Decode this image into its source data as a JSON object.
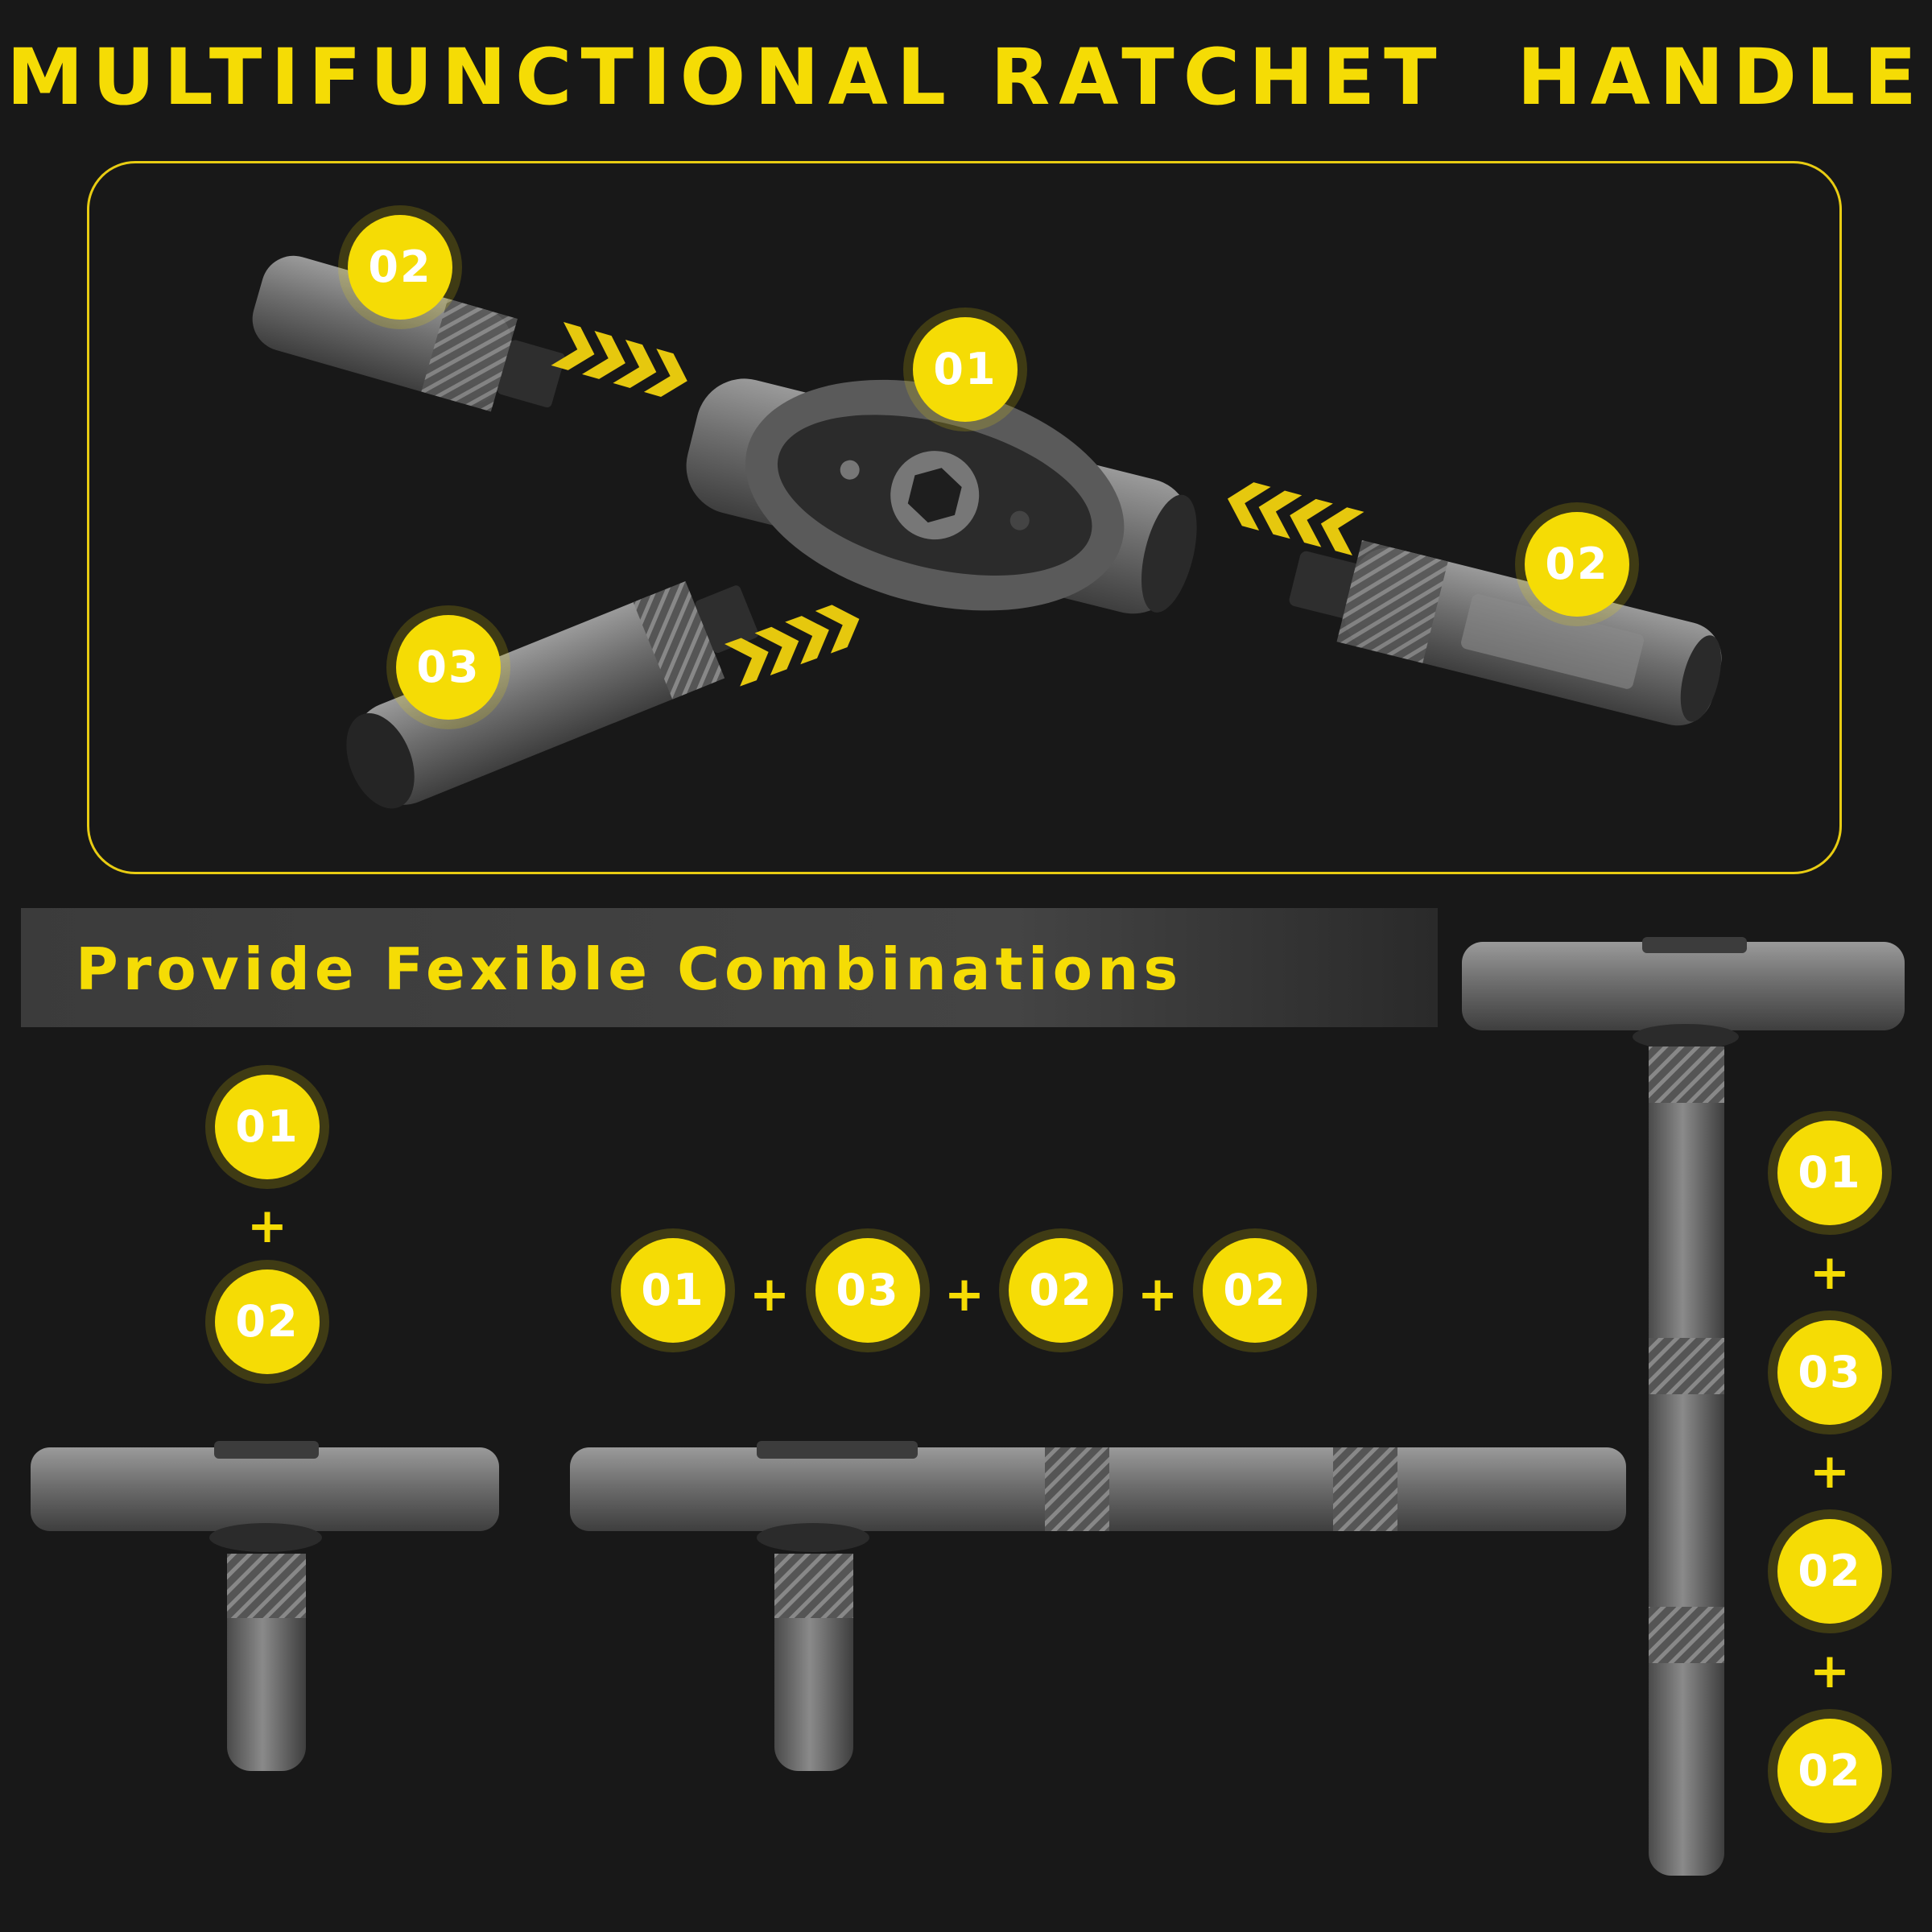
{
  "title": "MULTIFUNCTIONAL RATCHET  HANDLE",
  "banner": "Provide Fexible Combinations",
  "parts": [
    {
      "label": "02"
    },
    {
      "label": "01"
    },
    {
      "label": "02"
    },
    {
      "label": "03"
    }
  ],
  "combos": [
    {
      "items": [
        "01",
        "02"
      ],
      "joiner": "+"
    },
    {
      "items": [
        "01",
        "03",
        "02",
        "02"
      ],
      "joiner": "+"
    },
    {
      "items": [
        "01",
        "03",
        "02",
        "02"
      ],
      "joiner": "+"
    }
  ],
  "colors": {
    "accent": "#f5dc05",
    "background": "#181818",
    "metal": "#6e6e6e"
  }
}
